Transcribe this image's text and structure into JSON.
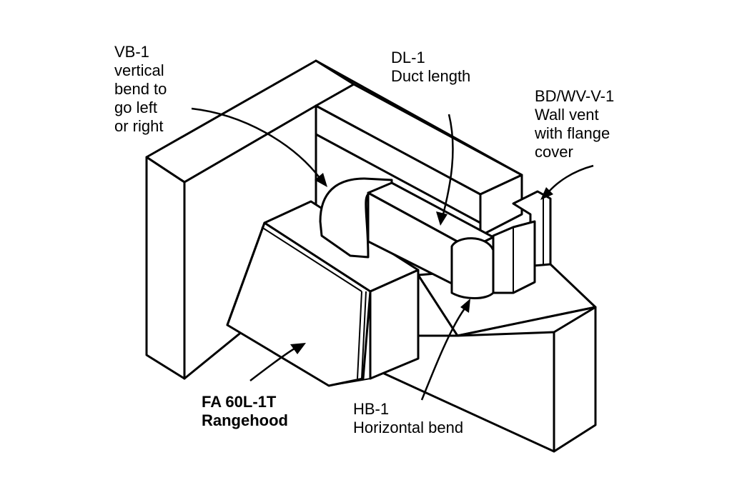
{
  "callouts": {
    "vb1": {
      "lines": [
        "VB-1",
        "vertical",
        "bend to",
        "go left",
        "or right"
      ]
    },
    "dl1": {
      "lines": [
        "DL-1",
        "Duct length"
      ]
    },
    "bdwv": {
      "lines": [
        "BD/WV-V-1",
        "Wall vent",
        "with flange",
        "cover"
      ]
    },
    "hood": {
      "lines": [
        "FA 60L-1T",
        "Rangehood"
      ]
    },
    "hb1": {
      "lines": [
        "HB-1",
        "Horizontal bend"
      ]
    }
  }
}
